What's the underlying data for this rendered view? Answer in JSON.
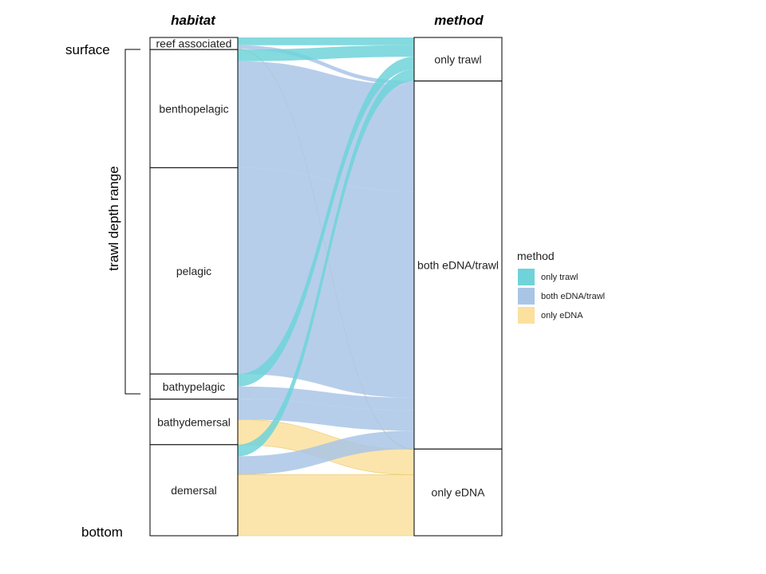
{
  "chart_data": {
    "type": "alluvial",
    "axes": [
      "habitat",
      "method"
    ],
    "colors": {
      "only trawl": "#6fd3d9",
      "both eDNA/trawl": "#a9c5e6",
      "only eDNA": "#fbe09e"
    },
    "habitat_strata": [
      "reef associated",
      "benthopelagic",
      "pelagic",
      "bathypelagic",
      "bathydemersal",
      "demersal"
    ],
    "method_strata": [
      "only trawl",
      "both eDNA/trawl",
      "only eDNA"
    ],
    "flows": [
      {
        "habitat": "reef associated",
        "method": "only trawl",
        "value": 0.8
      },
      {
        "habitat": "reef associated",
        "method": "both eDNA/trawl",
        "value": 0.4
      },
      {
        "habitat": "reef associated",
        "method": "only eDNA",
        "value": 0.05
      },
      {
        "habitat": "benthopelagic",
        "method": "only trawl",
        "value": 1.2
      },
      {
        "habitat": "benthopelagic",
        "method": "both eDNA/trawl",
        "value": 11.0
      },
      {
        "habitat": "pelagic",
        "method": "both eDNA/trawl",
        "value": 21.3
      },
      {
        "habitat": "bathypelagic",
        "method": "only trawl",
        "value": 1.3
      },
      {
        "habitat": "bathypelagic",
        "method": "both eDNA/trawl",
        "value": 1.3
      },
      {
        "habitat": "bathydemersal",
        "method": "both eDNA/trawl",
        "value": 2.1
      },
      {
        "habitat": "bathydemersal",
        "method": "only eDNA",
        "value": 2.6
      },
      {
        "habitat": "demersal",
        "method": "only trawl",
        "value": 1.2
      },
      {
        "habitat": "demersal",
        "method": "both eDNA/trawl",
        "value": 1.9
      },
      {
        "habitat": "demersal",
        "method": "only eDNA",
        "value": 6.3
      }
    ],
    "legend": {
      "title": "method",
      "entries": [
        "only trawl",
        "both eDNA/trawl",
        "only eDNA"
      ],
      "position": "right"
    }
  },
  "labels": {
    "left_axis_title": "habitat",
    "right_axis_title": "method",
    "surface": "surface",
    "bottom": "bottom",
    "trawl_range": "trawl depth range"
  }
}
